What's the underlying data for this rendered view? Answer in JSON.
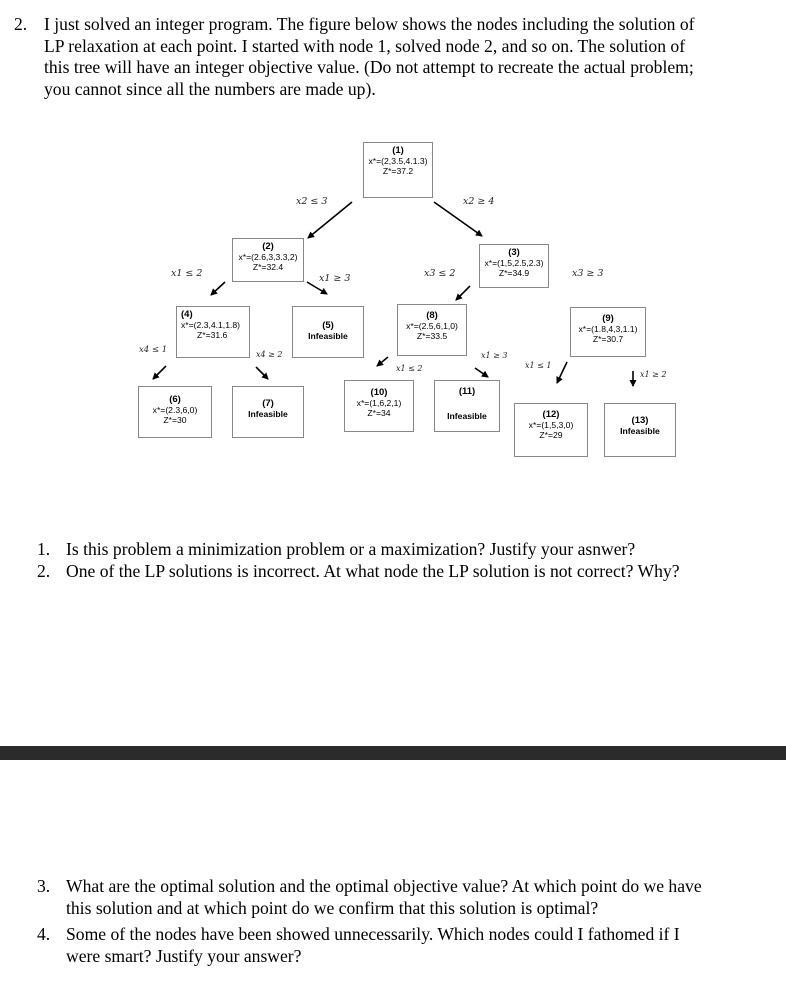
{
  "problem": {
    "number": "2.",
    "lines": [
      "I just solved an integer program. The figure below shows the nodes including the solution of",
      "LP relaxation at each point. I started with node 1, solved node 2, and so on. The solution of",
      "this tree will have an integer objective value. (Do not attempt to recreate the actual problem;",
      "you cannot since all the numbers are made up)."
    ]
  },
  "tree": {
    "nodes": {
      "n1": {
        "id": "(1)",
        "x": "x*=(2,3.5,4.1.3)",
        "z": "Z*=37.2"
      },
      "n2": {
        "id": "(2)",
        "x": "x*=(2.6,3,3.3,2)",
        "z": "Z*=32.4"
      },
      "n3": {
        "id": "(3)",
        "x": "x*=(1,5,2.5,2.3)",
        "z": "Z*=34.9"
      },
      "n4": {
        "id": "(4)",
        "x": "x*=(2.3,4.1,1.8)",
        "z": "Z*=31.6"
      },
      "n5": {
        "id": "(5)",
        "status": "Infeasible"
      },
      "n6": {
        "id": "(6)",
        "x": "x*=(2.3,6,0)",
        "z": "Z*=30"
      },
      "n7": {
        "id": "(7)",
        "status": "Infeasible"
      },
      "n8": {
        "id": "(8)",
        "x": "x*=(2.5,6,1,0)",
        "z": "Z*=33.5"
      },
      "n9": {
        "id": "(9)",
        "x": "x*=(1.8,4,3,1.1)",
        "z": "Z*=30.7"
      },
      "n10": {
        "id": "(10)",
        "x": "x*=(1,6,2,1)",
        "z": "Z*=34"
      },
      "n11": {
        "id": "(11)",
        "status": "Infeasible"
      },
      "n12": {
        "id": "(12)",
        "x": "x*=(1,5,3,0)",
        "z": "Z*=29"
      },
      "n13": {
        "id": "(13)",
        "status": "Infeasible"
      }
    },
    "branches": {
      "b1_2": "x2 ≤ 3",
      "b1_3": "x2 ≥ 4",
      "b2_4": "x1 ≤ 2",
      "b2_5": "x1 ≥ 3",
      "b3_8": "x3 ≤ 2",
      "b3_9": "x3 ≥ 3",
      "b4_6": "x4 ≤ 1",
      "b4_7": "x4 ≥ 2",
      "b8_10": "x1 ≤ 2",
      "b8_11": "x1 ≥ 3",
      "b9_12": "x1 ≤ 1",
      "b9_13": "x1 ≥ 2"
    }
  },
  "questions_a": [
    {
      "num": "1.",
      "text": "Is this problem a minimization problem or a maximization? Justify your asnwer?"
    },
    {
      "num": "2.",
      "text": "One of the LP solutions is incorrect. At what node the LP solution is not correct? Why?"
    }
  ],
  "questions_b": [
    {
      "num": "3.",
      "lines": [
        "What are the optimal solution and the optimal objective value? At which point do we have",
        "this solution and at which point do we confirm that this solution is optimal?"
      ]
    },
    {
      "num": "4.",
      "lines": [
        "Some of the nodes have been showed unnecessarily. Which nodes could I fathomed if I",
        "were smart? Justify your answer?"
      ]
    }
  ]
}
